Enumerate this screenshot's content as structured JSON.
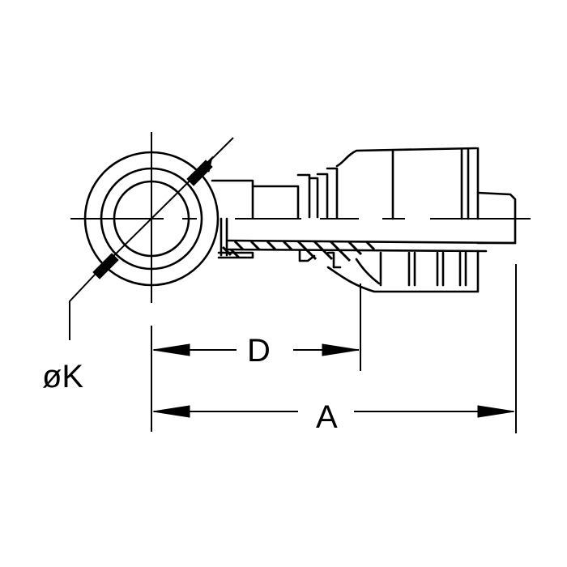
{
  "diagram": {
    "type": "technical drawing",
    "subject": "banjo hose fitting (side view, half section)",
    "line_color": "#000000",
    "background": "#ffffff"
  },
  "dimensions": {
    "diameter_label": "øK",
    "length_to_ferrule_label": "D",
    "overall_length_label": "A"
  }
}
